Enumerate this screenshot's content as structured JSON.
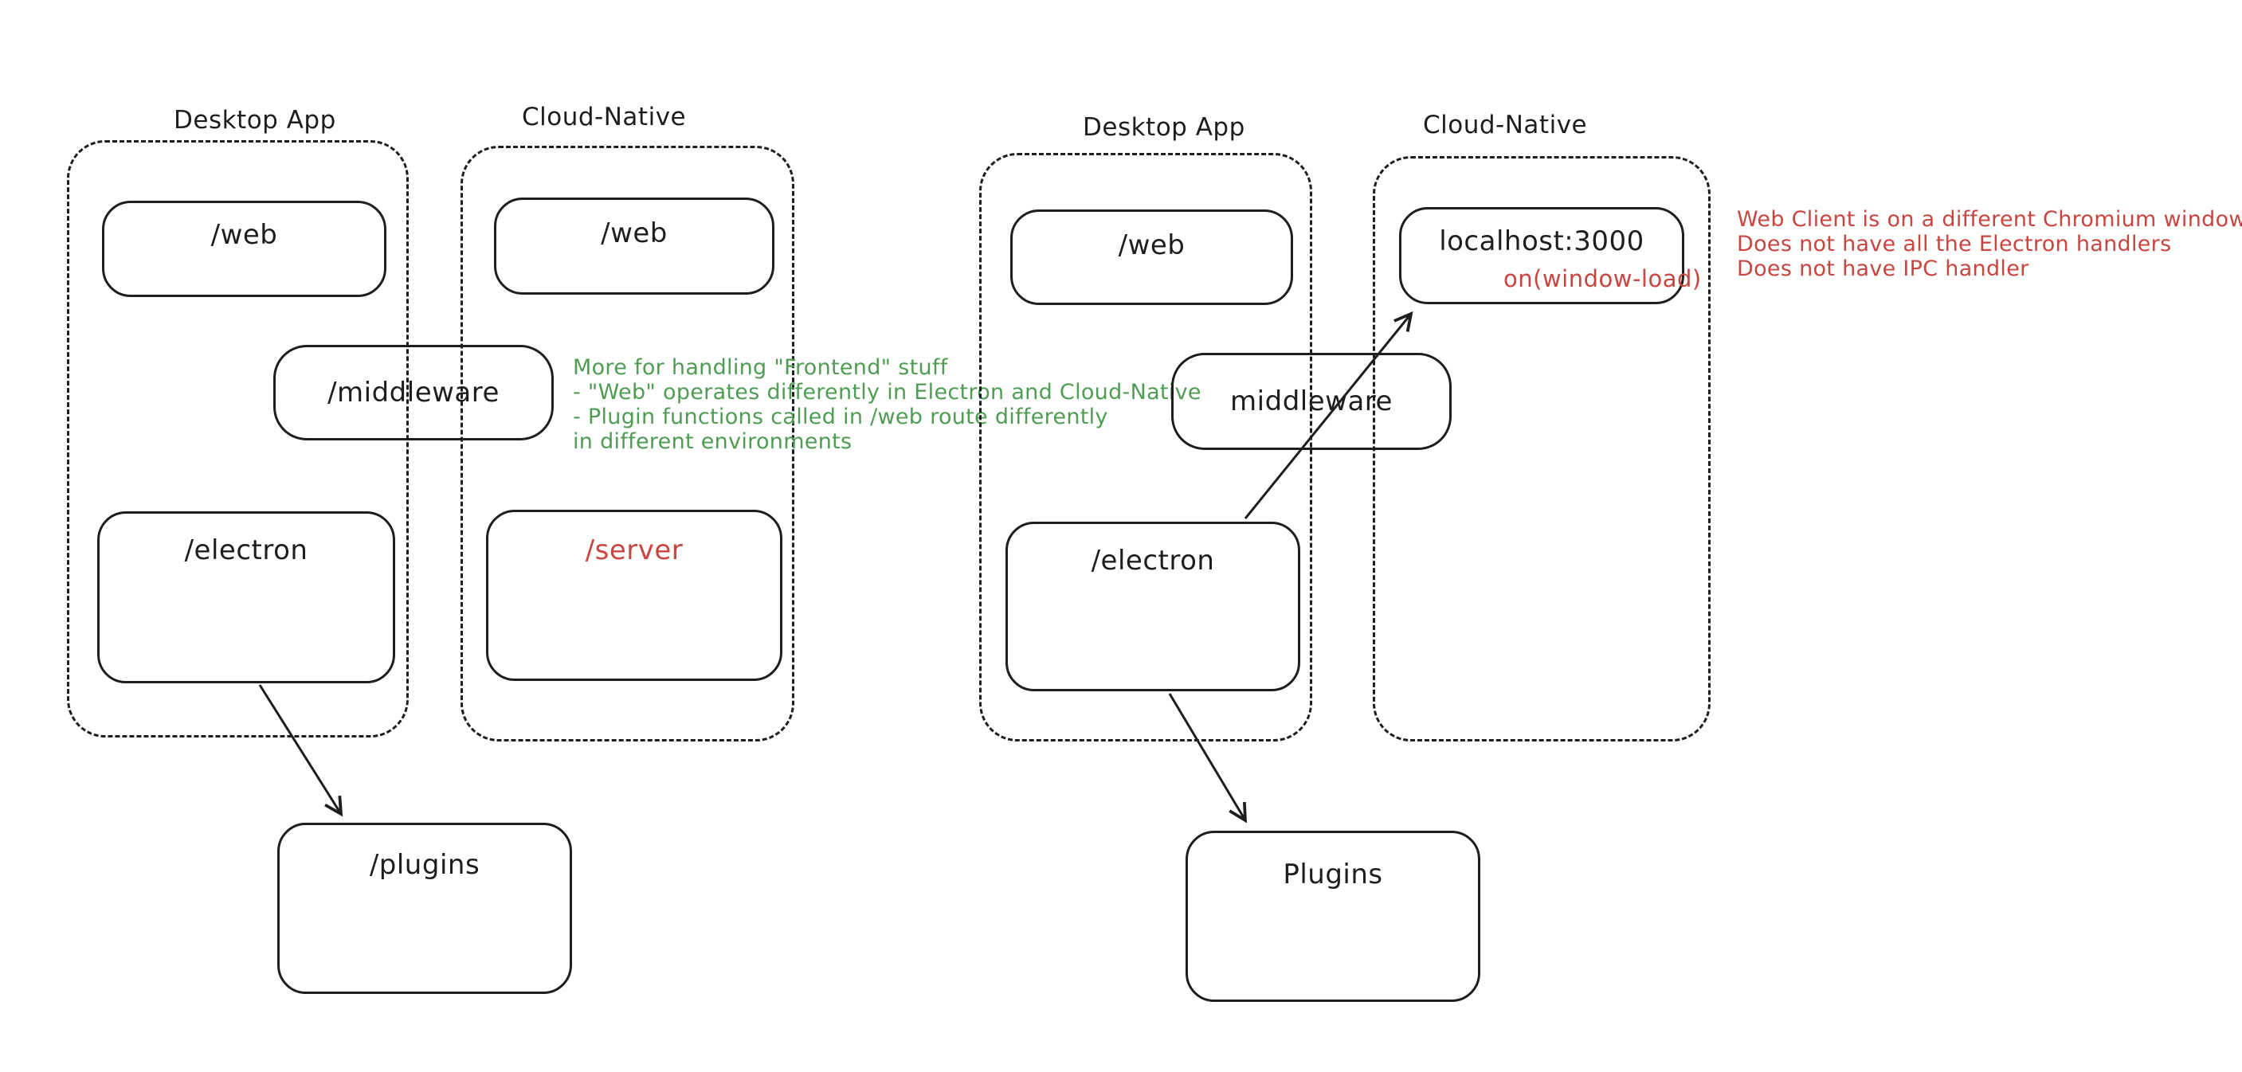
{
  "colors": {
    "ink": "#1e1e1e",
    "green": "#4f9d53",
    "red": "#c9453f",
    "background": "#ffffff"
  },
  "left_diagram": {
    "desktop_label": "Desktop App",
    "cloud_label": "Cloud-Native",
    "web_desktop": "/web",
    "web_cloud": "/web",
    "middleware": "/middleware",
    "electron": "/electron",
    "server": "/server",
    "plugins": "/plugins",
    "note_green": [
      "More for handling \"Frontend\" stuff",
      "- \"Web\" operates differently in Electron and Cloud-Native",
      "- Plugin functions called in /web route differently",
      "in different environments"
    ]
  },
  "right_diagram": {
    "desktop_label": "Desktop App",
    "cloud_label": "Cloud-Native",
    "web": "/web",
    "localhost": "localhost:3000",
    "on_window_load": "on(window-load)",
    "middleware": "middleware",
    "electron": "/electron",
    "plugins": "Plugins",
    "note_red": [
      "Web Client is on a different Chromium window",
      "Does not have all the Electron handlers",
      "Does not have IPC handler"
    ]
  }
}
